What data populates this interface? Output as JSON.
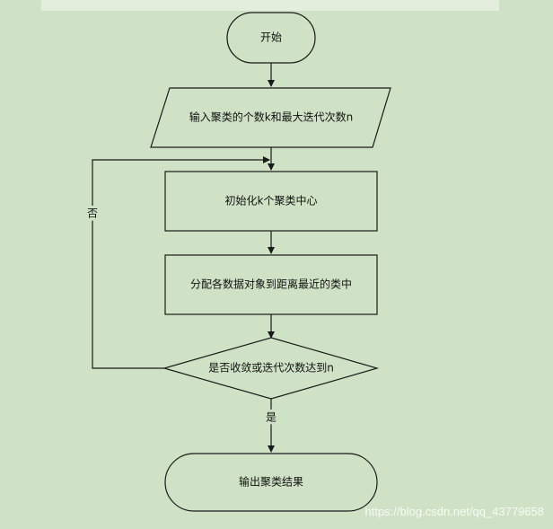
{
  "colors": {
    "background": "#cfe2c5",
    "stroke": "#1a1a1a",
    "text": "#111111",
    "watermark": "#ffffff"
  },
  "diagram": {
    "nodes": {
      "start": {
        "label": "开始",
        "shape": "terminator"
      },
      "input": {
        "label": "输入聚类的个数k和最大迭代次数n",
        "shape": "parallelogram"
      },
      "init": {
        "label": "初始化k个聚类中心",
        "shape": "process"
      },
      "assign": {
        "label": "分配各数据对象到距离最近的类中",
        "shape": "process"
      },
      "decision": {
        "label": "是否收敛或迭代次数达到n",
        "shape": "decision"
      },
      "output": {
        "label": "输出聚类结果",
        "shape": "terminator"
      }
    },
    "edges": {
      "no_label": "否",
      "yes_label": "是"
    }
  },
  "watermark": {
    "text": "https://blog.csdn.net/qq_43779658"
  }
}
